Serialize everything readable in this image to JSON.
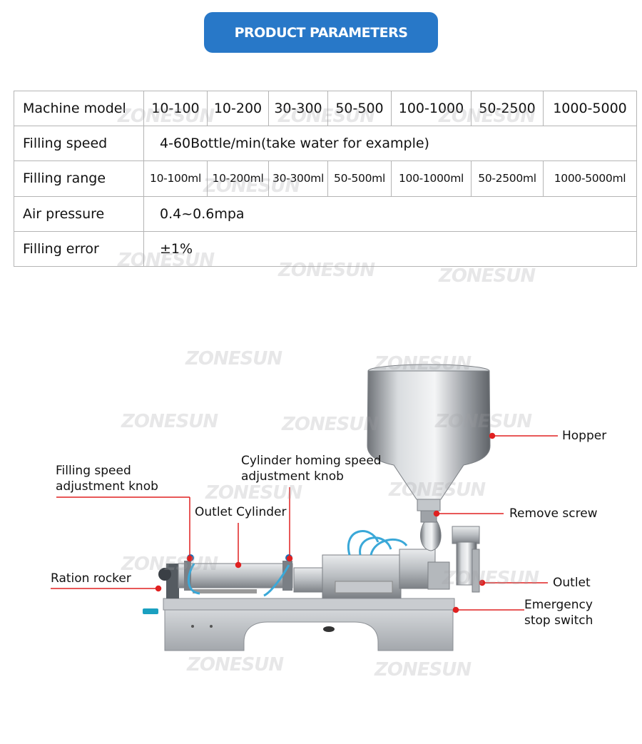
{
  "banner": {
    "title": "PRODUCT PARAMETERS"
  },
  "table": {
    "rows": [
      {
        "label": "Machine model",
        "cells": [
          "10-100",
          "10-200",
          "30-300",
          "50-500",
          "100-1000",
          "50-2500",
          "1000-5000"
        ]
      },
      {
        "label": "Filling speed",
        "value": "4-60Bottle/min(take water for example)"
      },
      {
        "label": "Filling range",
        "cells": [
          "10-100ml",
          "10-200ml",
          "30-300ml",
          "50-500ml",
          "100-1000ml",
          "50-2500ml",
          "1000-5000ml"
        ]
      },
      {
        "label": "Air pressure",
        "value": "0.4~0.6mpa"
      },
      {
        "label": "Filling error",
        "value": "±1%"
      }
    ]
  },
  "watermark": "ZONESUN",
  "callouts": {
    "hopper": "Hopper",
    "remove_screw": "Remove screw",
    "outlet": "Outlet",
    "emergency_1": "Emergency",
    "emergency_2": "stop switch",
    "filling_speed_1": "Filling speed",
    "filling_speed_2": "adjustment knob",
    "cylinder_homing_1": "Cylinder homing speed",
    "cylinder_homing_2": "adjustment knob",
    "outlet_cylinder": "Outlet Cylinder",
    "ration_rocker": "Ration rocker"
  },
  "colors": {
    "banner": "#2878c8",
    "callout_line": "#e02020",
    "steel": "#b8bcc0"
  }
}
